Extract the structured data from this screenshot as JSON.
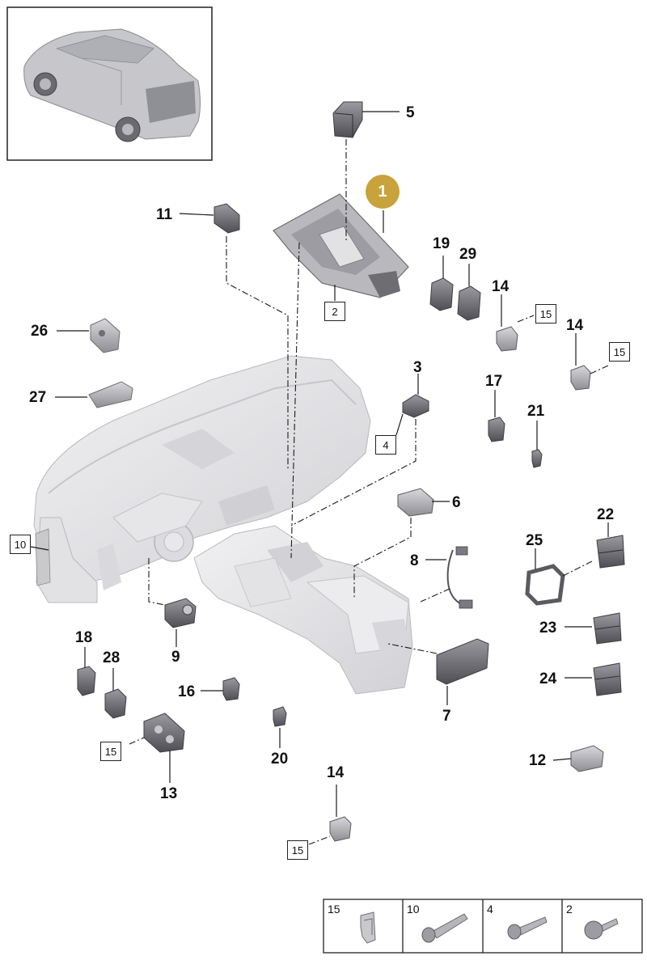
{
  "callouts": {
    "c1": "1",
    "c2": "2",
    "c3": "3",
    "c4": "4",
    "c5": "5",
    "c6": "6",
    "c7": "7",
    "c8": "8",
    "c9": "9",
    "c10": "10",
    "c11": "11",
    "c12": "12",
    "c13": "13",
    "c14a": "14",
    "c14b": "14",
    "c14c": "14",
    "c15a": "15",
    "c15b": "15",
    "c15c": "15",
    "c15d": "15",
    "c16": "16",
    "c17": "17",
    "c18": "18",
    "c19": "19",
    "c20": "20",
    "c21": "21",
    "c22": "22",
    "c23": "23",
    "c24": "24",
    "c25": "25",
    "c26": "26",
    "c27": "27",
    "c28": "28",
    "c29": "29"
  },
  "legend": [
    {
      "number": "15",
      "icon": "clip-icon"
    },
    {
      "number": "10",
      "icon": "screw-icon"
    },
    {
      "number": "4",
      "icon": "screw-icon"
    },
    {
      "number": "2",
      "icon": "screw-icon"
    }
  ],
  "colors": {
    "highlight_badge": "#c8a23a",
    "part_fill": "#c9c9cc",
    "part_dark": "#6d6d72",
    "line": "#1a1a1a"
  }
}
